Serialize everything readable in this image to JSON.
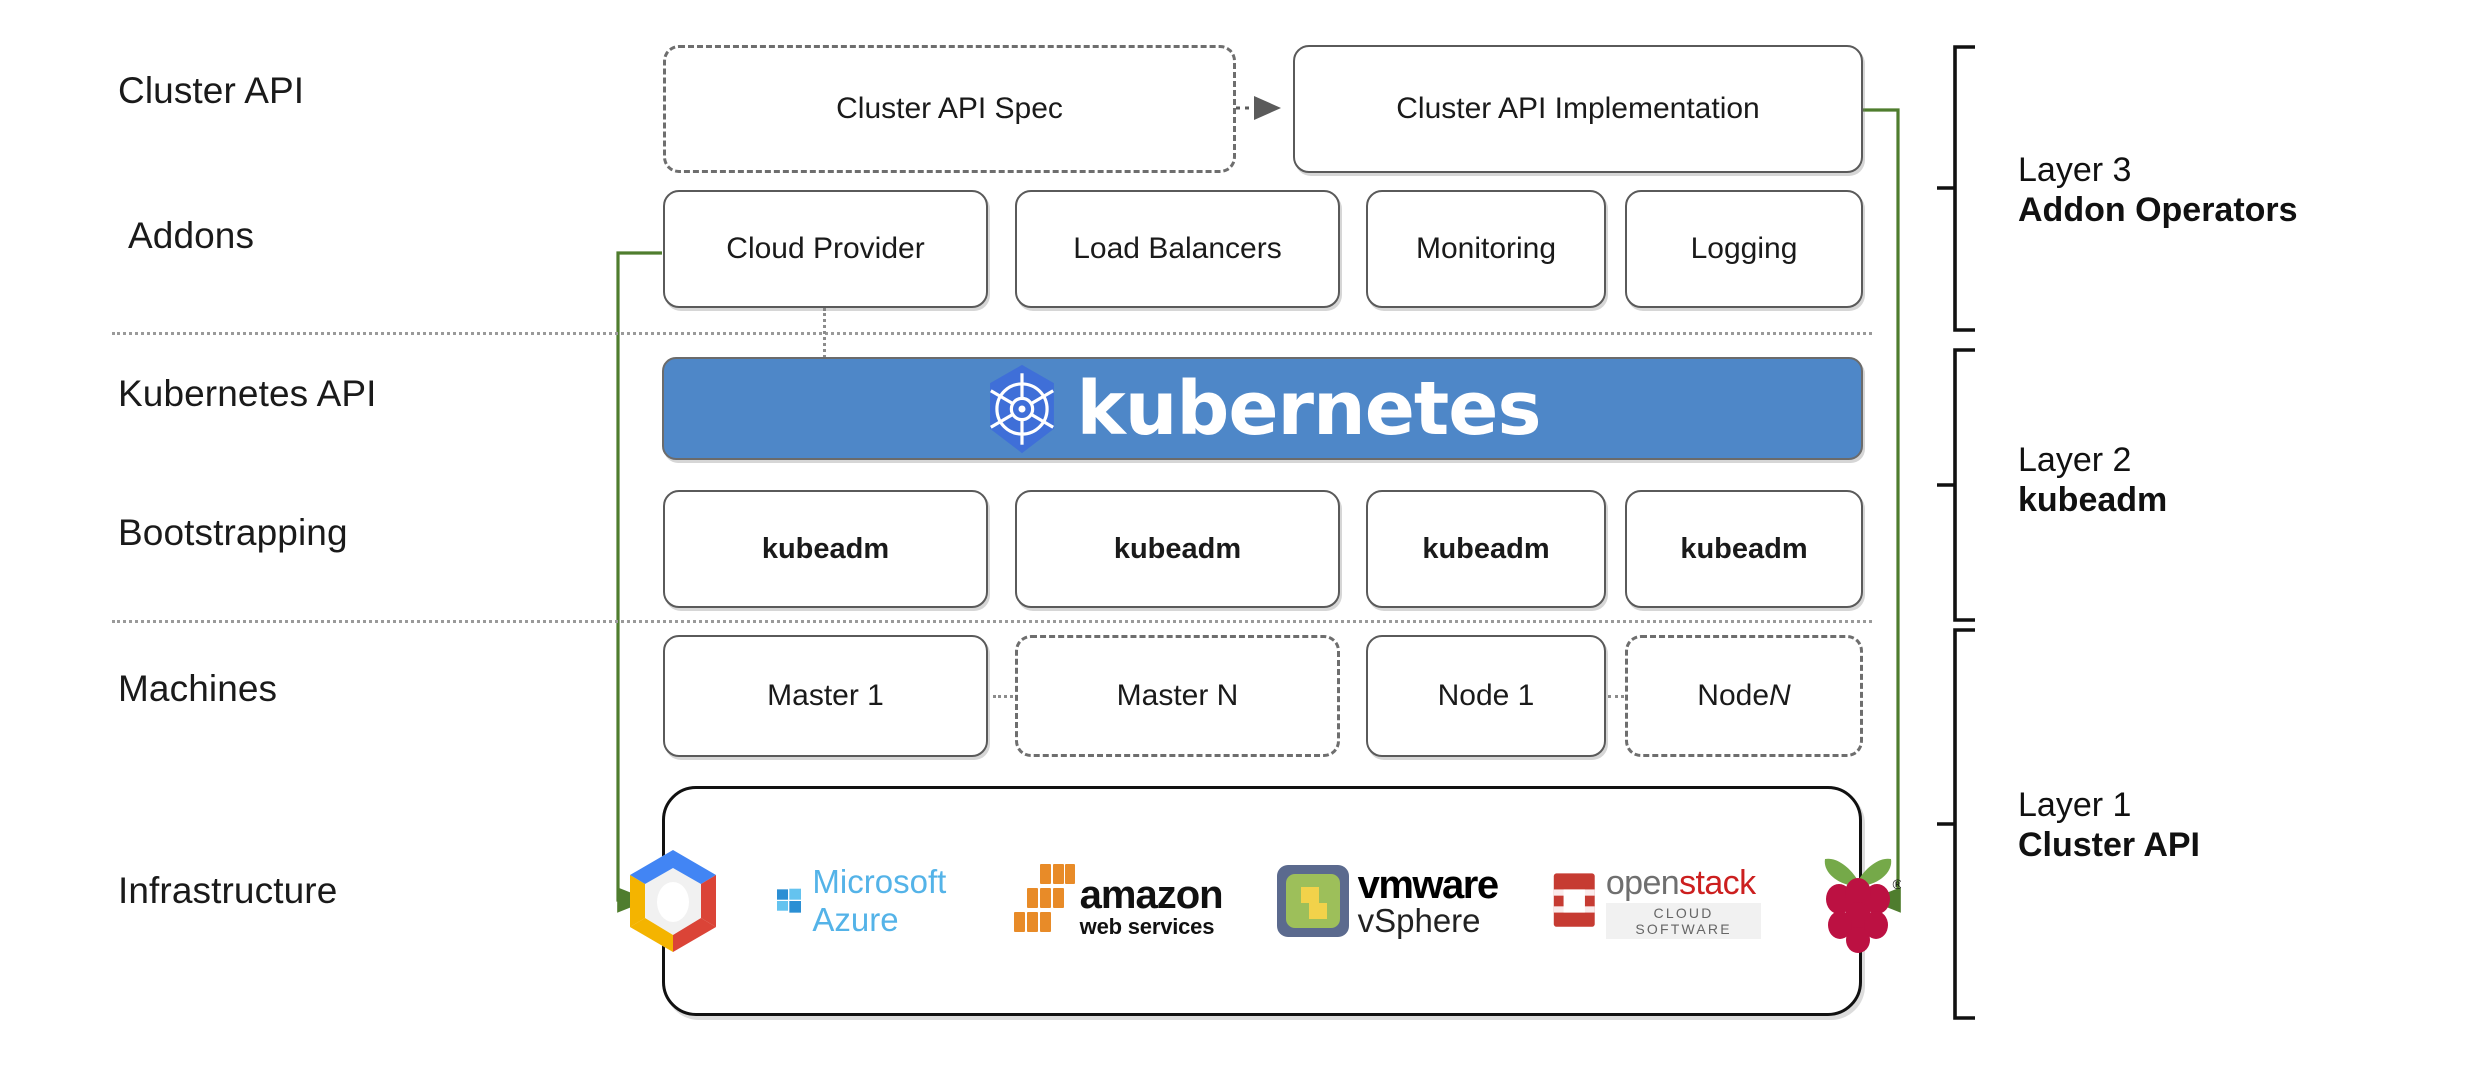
{
  "diagram": {
    "title": "Kubernetes Cluster API layered architecture",
    "accent_green": "#4f7d2e",
    "k8s_blue": "#4e87c8",
    "k8s_logo_blue": "#3f6fd8"
  },
  "row_labels": [
    {
      "id": "cluster-api",
      "text": "Cluster API"
    },
    {
      "id": "addons",
      "text": "Addons"
    },
    {
      "id": "kubernetes-api",
      "text": "Kubernetes API"
    },
    {
      "id": "bootstrapping",
      "text": "Bootstrapping"
    },
    {
      "id": "machines",
      "text": "Machines"
    },
    {
      "id": "infrastructure",
      "text": "Infrastructure"
    }
  ],
  "cluster_api_row": {
    "spec": {
      "label": "Cluster API Spec",
      "style": "dashed"
    },
    "implementation": {
      "label": "Cluster API Implementation",
      "style": "solid"
    },
    "connector": "dotted-arrow-right"
  },
  "addons_row": [
    {
      "label": "Cloud Provider",
      "style": "solid"
    },
    {
      "label": "Load Balancers",
      "style": "solid"
    },
    {
      "label": "Monitoring",
      "style": "solid"
    },
    {
      "label": "Logging",
      "style": "solid"
    }
  ],
  "kubernetes_banner": {
    "wordmark": "kubernetes",
    "logo_name": "kubernetes-helm-wheel-logo"
  },
  "bootstrapping_row": [
    {
      "label": "kubeadm",
      "style": "solid"
    },
    {
      "label": "kubeadm",
      "style": "solid"
    },
    {
      "label": "kubeadm",
      "style": "solid"
    },
    {
      "label": "kubeadm",
      "style": "solid"
    }
  ],
  "machines_row": [
    {
      "label": "Master 1",
      "style": "solid",
      "italic_suffix": ""
    },
    {
      "label": "Master N",
      "style": "dashed",
      "italic_suffix": ""
    },
    {
      "label": "Node 1",
      "style": "solid",
      "italic_suffix": ""
    },
    {
      "label_prefix": "Node ",
      "label": "N",
      "style": "dashed",
      "italic_suffix": "N"
    }
  ],
  "infrastructure_logos": [
    {
      "name": "google-cloud-platform-logo",
      "text": ""
    },
    {
      "name": "microsoft-azure-logo",
      "text": "Microsoft Azure"
    },
    {
      "name": "amazon-web-services-logo",
      "text": "amazon",
      "subtext": "web services"
    },
    {
      "name": "vmware-vsphere-logo",
      "text": "vmware",
      "subtext": "vSphere"
    },
    {
      "name": "openstack-logo",
      "text_left": "open",
      "text_right": "stack",
      "subtext": "CLOUD SOFTWARE"
    },
    {
      "name": "raspberry-pi-logo",
      "text": ""
    }
  ],
  "layers": [
    {
      "id": "layer-3",
      "number": "Layer 3",
      "name": "Addon Operators"
    },
    {
      "id": "layer-2",
      "number": "Layer 2",
      "name": "kubeadm"
    },
    {
      "id": "layer-1",
      "number": "Layer 1",
      "name": "Cluster API"
    }
  ]
}
